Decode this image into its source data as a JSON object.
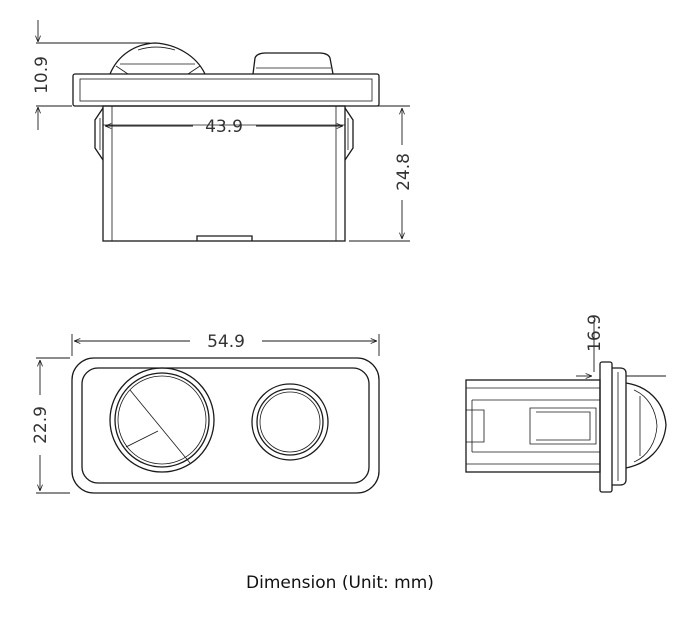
{
  "dimensions": {
    "height_top": "10.9",
    "width_body": "43.9",
    "height_body": "24.8",
    "width_bezel": "54.9",
    "height_bezel": "22.9",
    "depth_side": "16.9"
  },
  "caption": "Dimension (Unit: mm)",
  "colors": {
    "line": "#1a1a1a",
    "background": "#ffffff"
  }
}
